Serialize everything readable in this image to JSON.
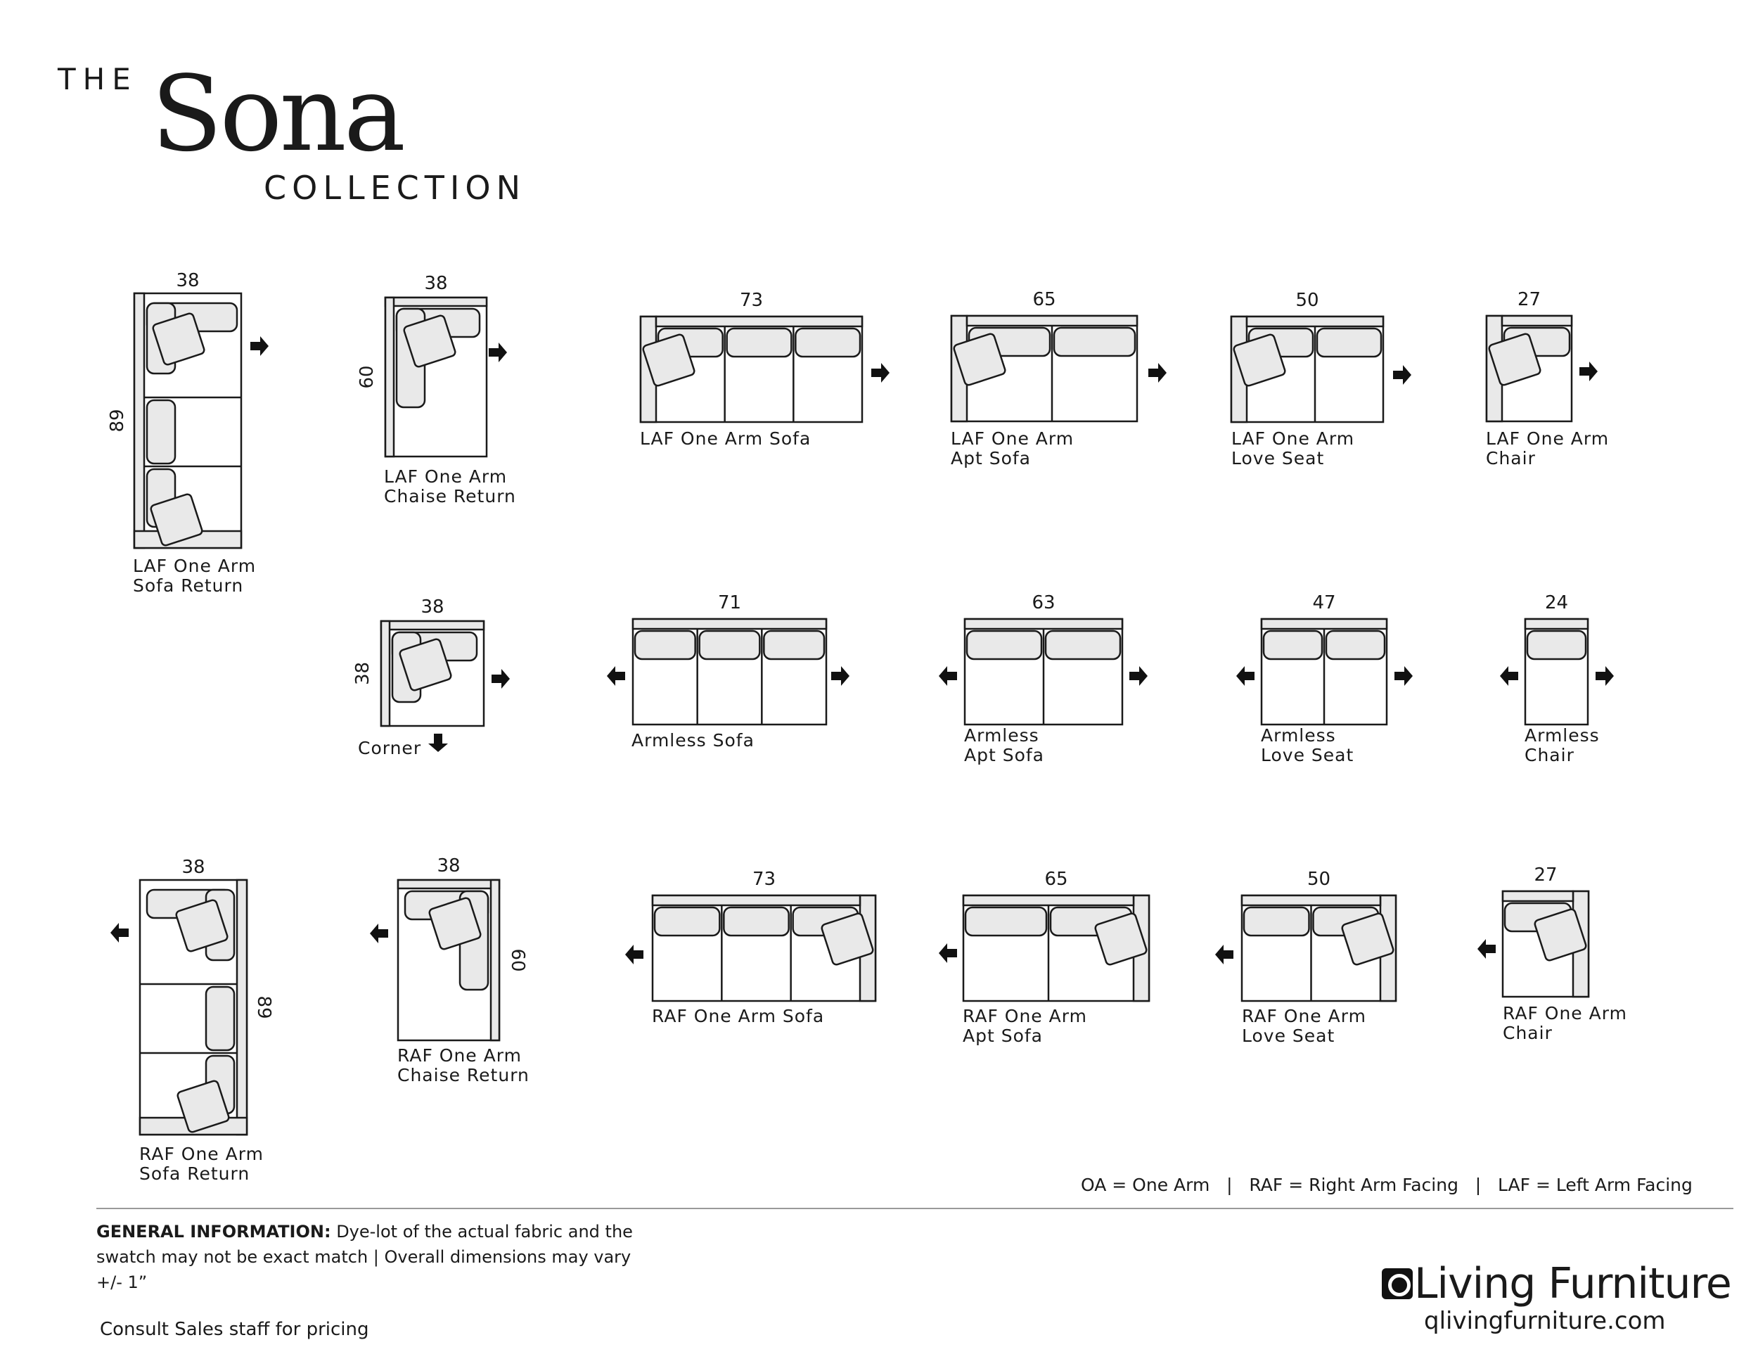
{
  "header": {
    "the": "THE",
    "name": "Sona",
    "collection": "COLLECTION"
  },
  "pieces": [
    {
      "id": "laf-sofa-return",
      "dim_w": "38",
      "dim_d": "89",
      "label1": "LAF  One  Arm",
      "label2": "Sofa Return"
    },
    {
      "id": "laf-chaise-return",
      "dim_w": "38",
      "dim_d": "60",
      "label1": "LAF One Arm",
      "label2": "Chaise Return"
    },
    {
      "id": "laf-sofa",
      "dim_w": "73",
      "label1": "LAF One Arm Sofa"
    },
    {
      "id": "laf-apt-sofa",
      "dim_w": "65",
      "label1": "LAF  One  Arm",
      "label2": "Apt Sofa"
    },
    {
      "id": "laf-love-seat",
      "dim_w": "50",
      "label1": "LAF One Arm",
      "label2": "Love Seat"
    },
    {
      "id": "laf-chair",
      "dim_w": "27",
      "label1": "LAF One Arm",
      "label2": "Chair"
    },
    {
      "id": "corner",
      "dim_w": "38",
      "dim_d": "38",
      "label1": "Corner"
    },
    {
      "id": "armless-sofa",
      "dim_w": "71",
      "label1": "Armless Sofa"
    },
    {
      "id": "armless-apt-sofa",
      "dim_w": "63",
      "label1": "Armless",
      "label2": "Apt Sofa"
    },
    {
      "id": "armless-love-seat",
      "dim_w": "47",
      "label1": "Armless",
      "label2": "Love Seat"
    },
    {
      "id": "armless-chair",
      "dim_w": "24",
      "label1": "Armless",
      "label2": "Chair"
    },
    {
      "id": "raf-sofa-return",
      "dim_w": "38",
      "dim_d": "89",
      "label1": "RAF One Arm",
      "label2": "Sofa Return"
    },
    {
      "id": "raf-chaise-return",
      "dim_w": "38",
      "dim_d": "60",
      "label1": "RAF One Arm",
      "label2": "Chaise Return"
    },
    {
      "id": "raf-sofa",
      "dim_w": "73",
      "label1": "RAF One Arm Sofa"
    },
    {
      "id": "raf-apt-sofa",
      "dim_w": "65",
      "label1": "RAF One Arm",
      "label2": "Apt Sofa"
    },
    {
      "id": "raf-love-seat",
      "dim_w": "50",
      "label1": "RAF One Arm",
      "label2": "Love Seat"
    },
    {
      "id": "raf-chair",
      "dim_w": "27",
      "label1": "RAF One Arm",
      "label2": "Chair"
    }
  ],
  "legend": "OA = One Arm   |   RAF = Right Arm Facing   |   LAF = Left Arm Facing",
  "general": {
    "heading": "GENERAL INFORMATION:",
    "text": " Dye-lot of the actual fabric and the swatch may not be exact match  | Overall dimensions may vary +/- 1”"
  },
  "pricing": "Consult Sales staff for pricing",
  "brand": {
    "name": "Living Furniture",
    "url": "qlivingfurniture.com"
  }
}
